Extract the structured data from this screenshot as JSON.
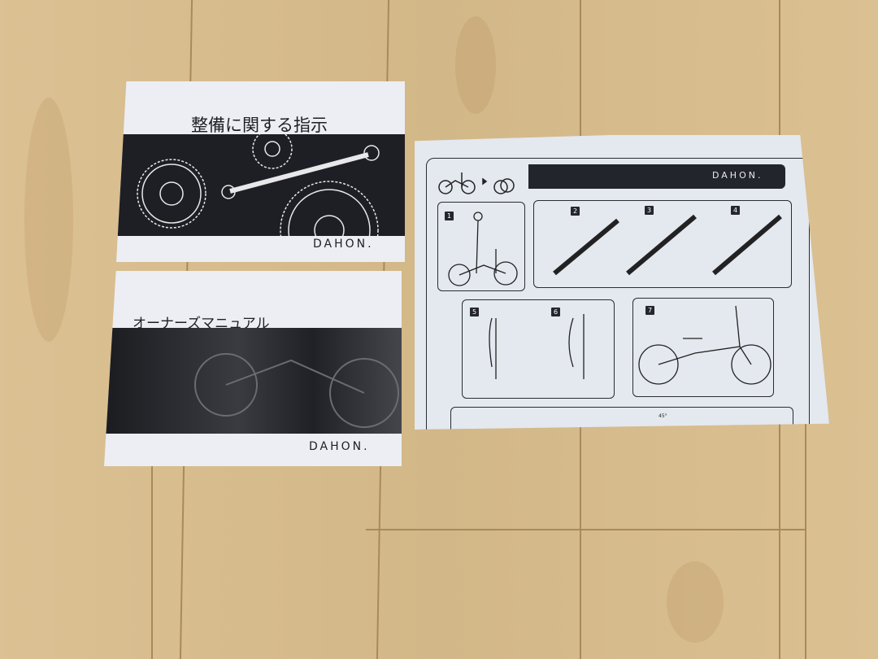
{
  "scene": {
    "floor_color": "#d9bd8c",
    "paper_color": "#eceef3",
    "ink_color": "#1e1f24"
  },
  "maintenance_booklet": {
    "title": "整備に関する指示",
    "brand": "DAHON."
  },
  "owners_manual": {
    "title": "オーナーズマニュアル",
    "brand": "DAHON."
  },
  "folding_guide": {
    "brand": "DAHON.",
    "steps": [
      "1",
      "2",
      "3",
      "4",
      "5",
      "6",
      "7"
    ],
    "angle_label": "45°"
  }
}
